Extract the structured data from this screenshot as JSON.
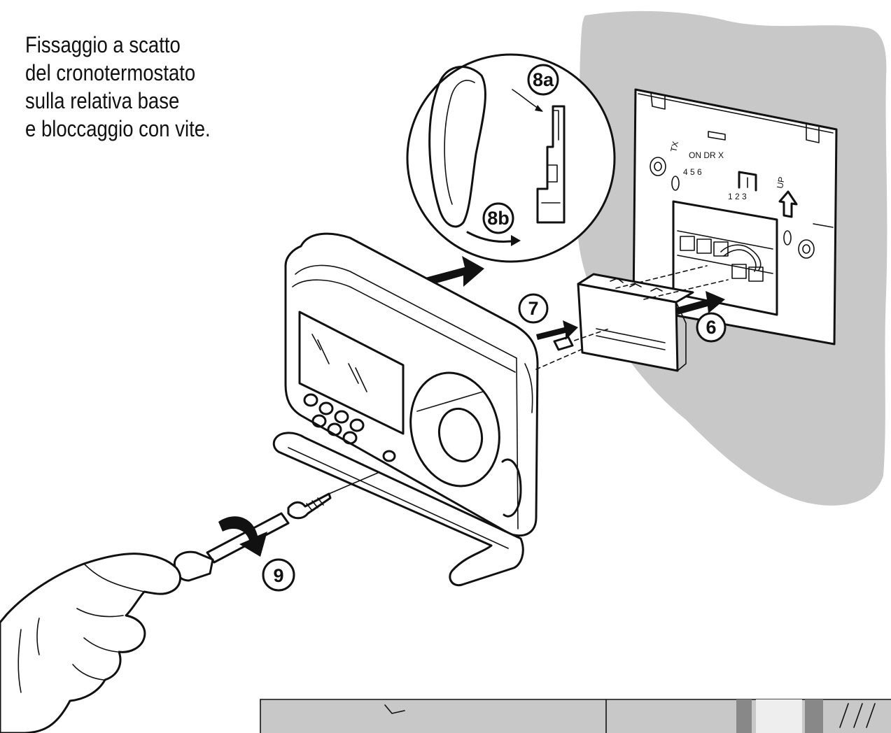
{
  "caption": {
    "lines": [
      "Fissaggio a scatto",
      "del cronotermostato",
      "sulla relativa base",
      "e bloccaggio con vite."
    ]
  },
  "callouts": {
    "step_6": "6",
    "step_7": "7",
    "step_8a": "8a",
    "step_8b": "8b",
    "step_9": "9"
  },
  "terminal_labels": {
    "row_top": "TX ON DR X",
    "row_456": "4 5 6",
    "row_123": "1 2 3",
    "up": "UP"
  },
  "colors": {
    "wall": "#c8c8c8",
    "wall_shadow": "#a9a9a9",
    "ink": "#111111",
    "panel": "#ffffff"
  }
}
